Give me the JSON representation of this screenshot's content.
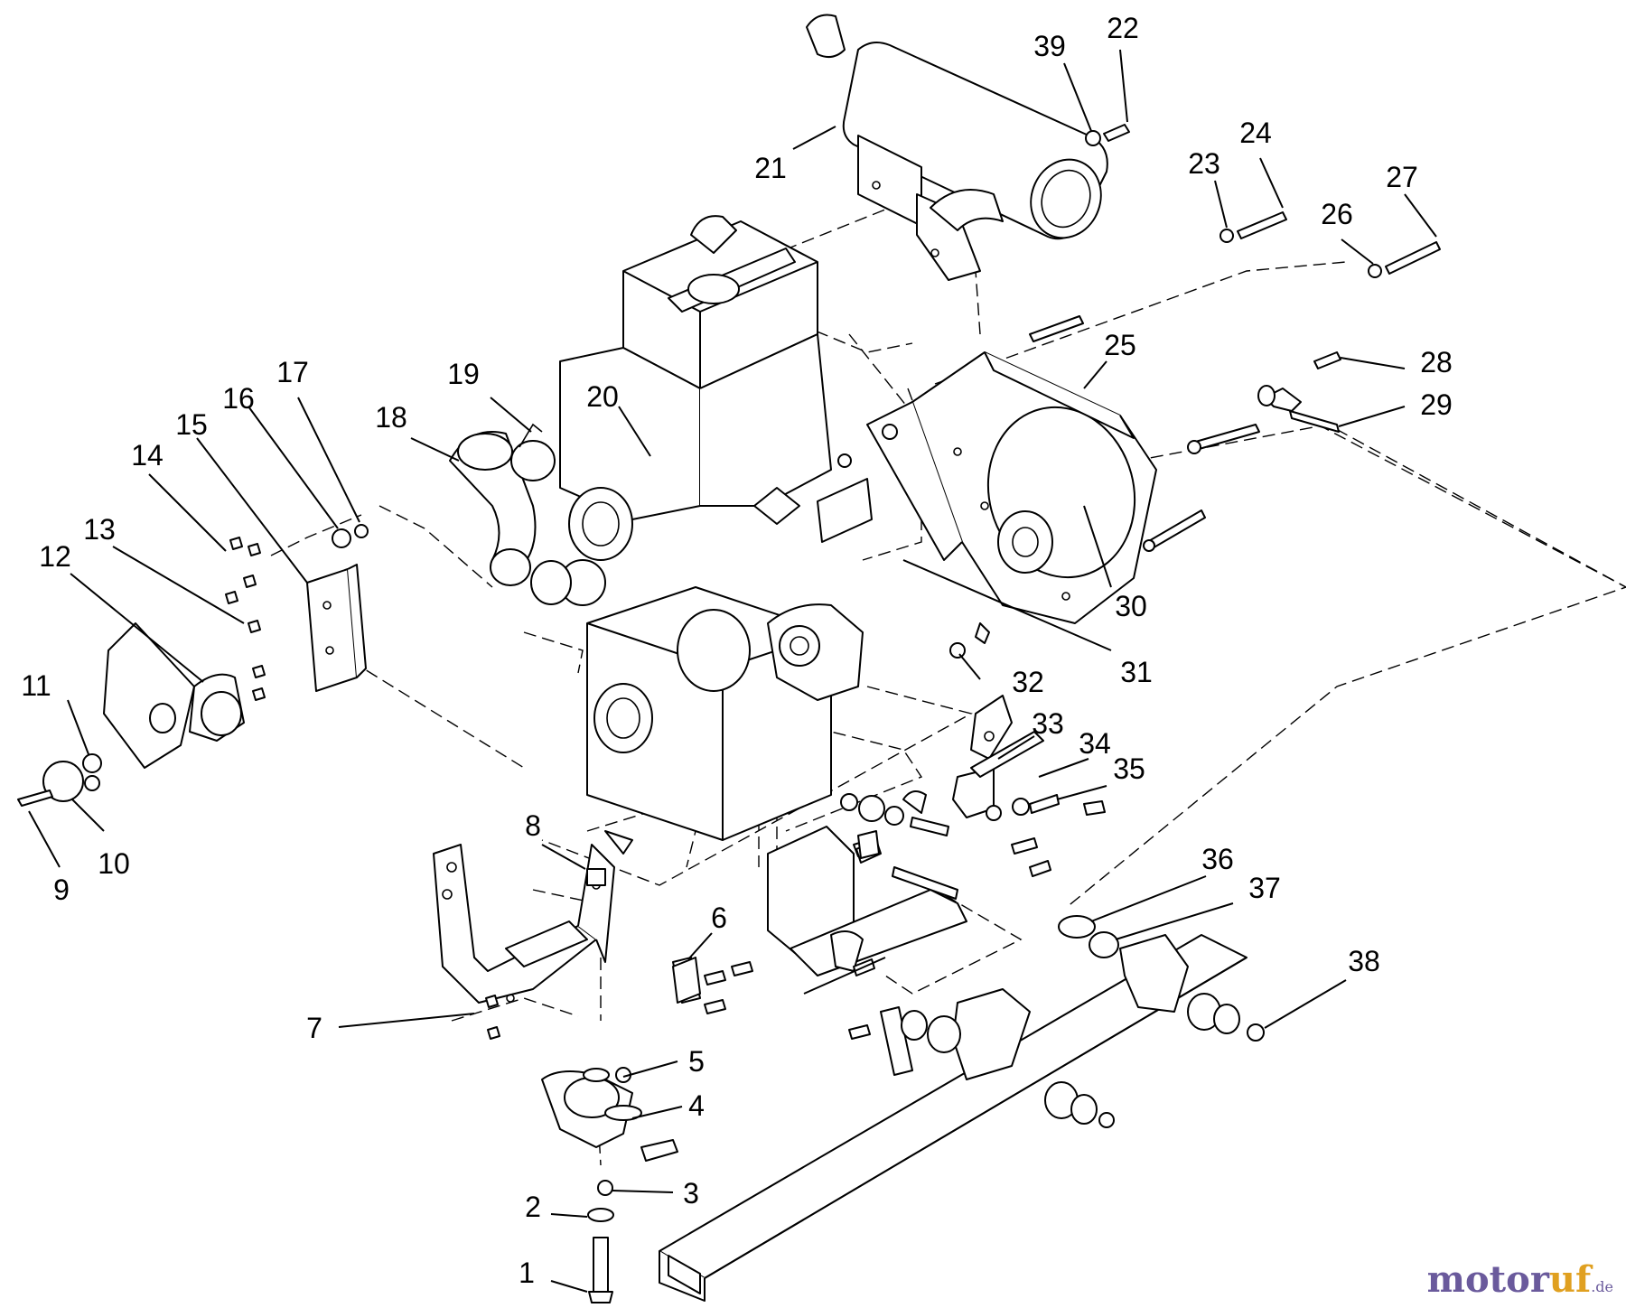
{
  "callouts": [
    "1",
    "2",
    "3",
    "4",
    "5",
    "6",
    "7",
    "8",
    "9",
    "10",
    "11",
    "12",
    "13",
    "14",
    "15",
    "16",
    "17",
    "18",
    "19",
    "20",
    "21",
    "22",
    "23",
    "24",
    "25",
    "26",
    "27",
    "28",
    "29",
    "30",
    "31",
    "32",
    "33",
    "34",
    "35",
    "36",
    "37",
    "38",
    "39"
  ],
  "watermark": {
    "part1": "motor",
    "part2": "uf",
    "part3": ".de"
  },
  "colors": {
    "line": "#000000",
    "background": "#ffffff",
    "watermark_purple": "#6a5a9c",
    "watermark_orange": "#e0a020"
  }
}
